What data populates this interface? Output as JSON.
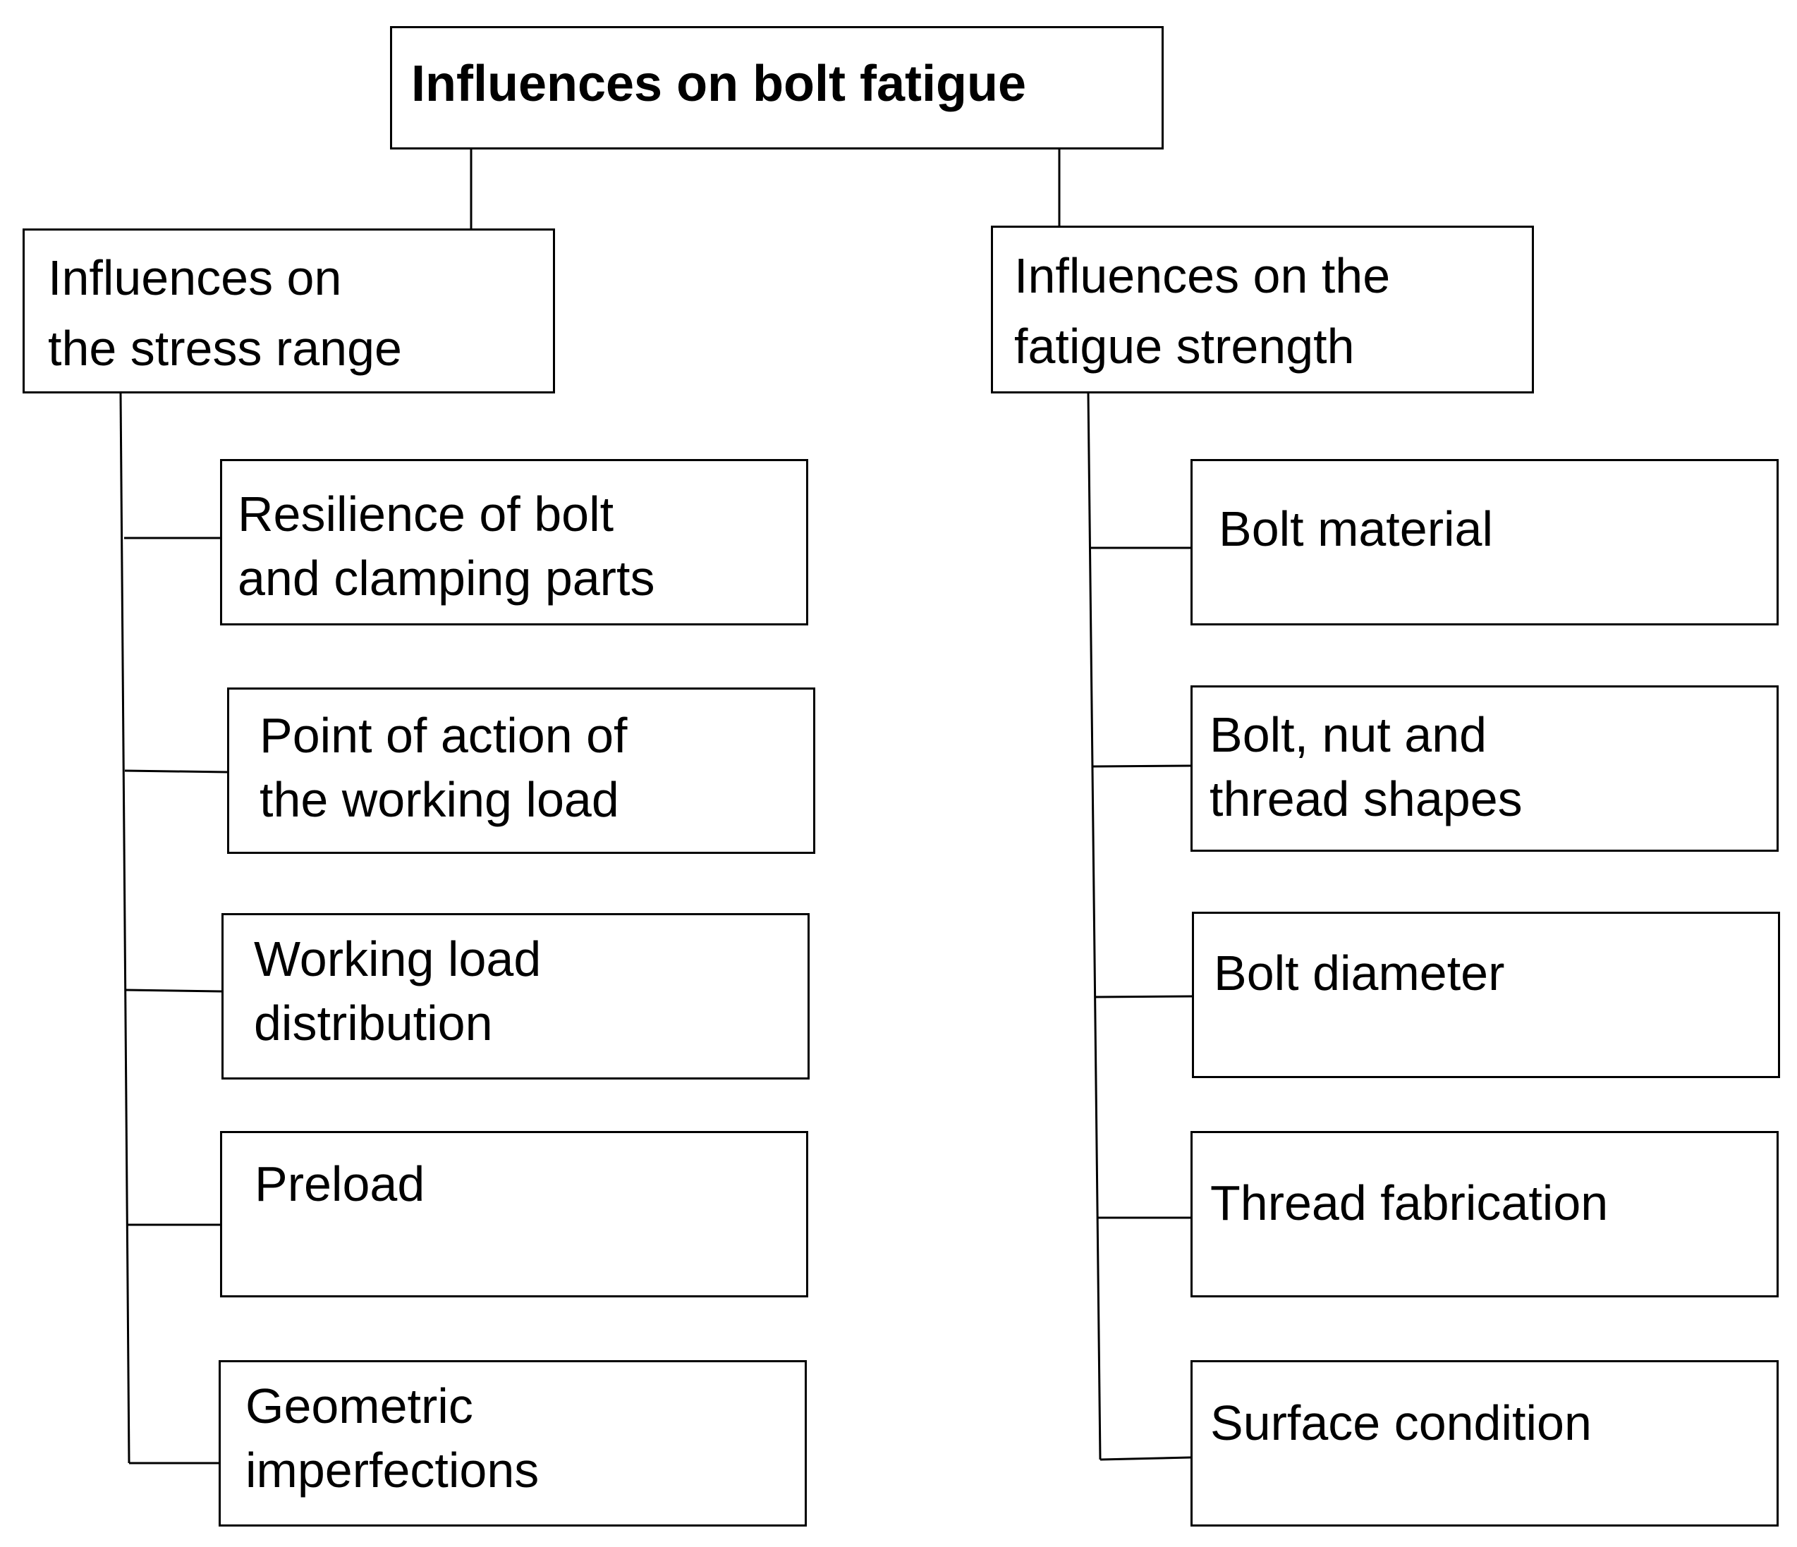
{
  "root": {
    "label": "Influences on bolt fatigue"
  },
  "left_branch": {
    "label": "Influences on\nthe stress range",
    "items": [
      "Resilience of bolt\nand clamping parts",
      "Point of action of\nthe working load",
      "Working load\ndistribution",
      "Preload",
      "Geometric\nimperfections"
    ]
  },
  "right_branch": {
    "label": "Influences on the\nfatigue strength",
    "items": [
      "Bolt material",
      "Bolt, nut and\nthread shapes",
      "Bolt diameter",
      "Thread fabrication",
      "Surface condition"
    ]
  }
}
